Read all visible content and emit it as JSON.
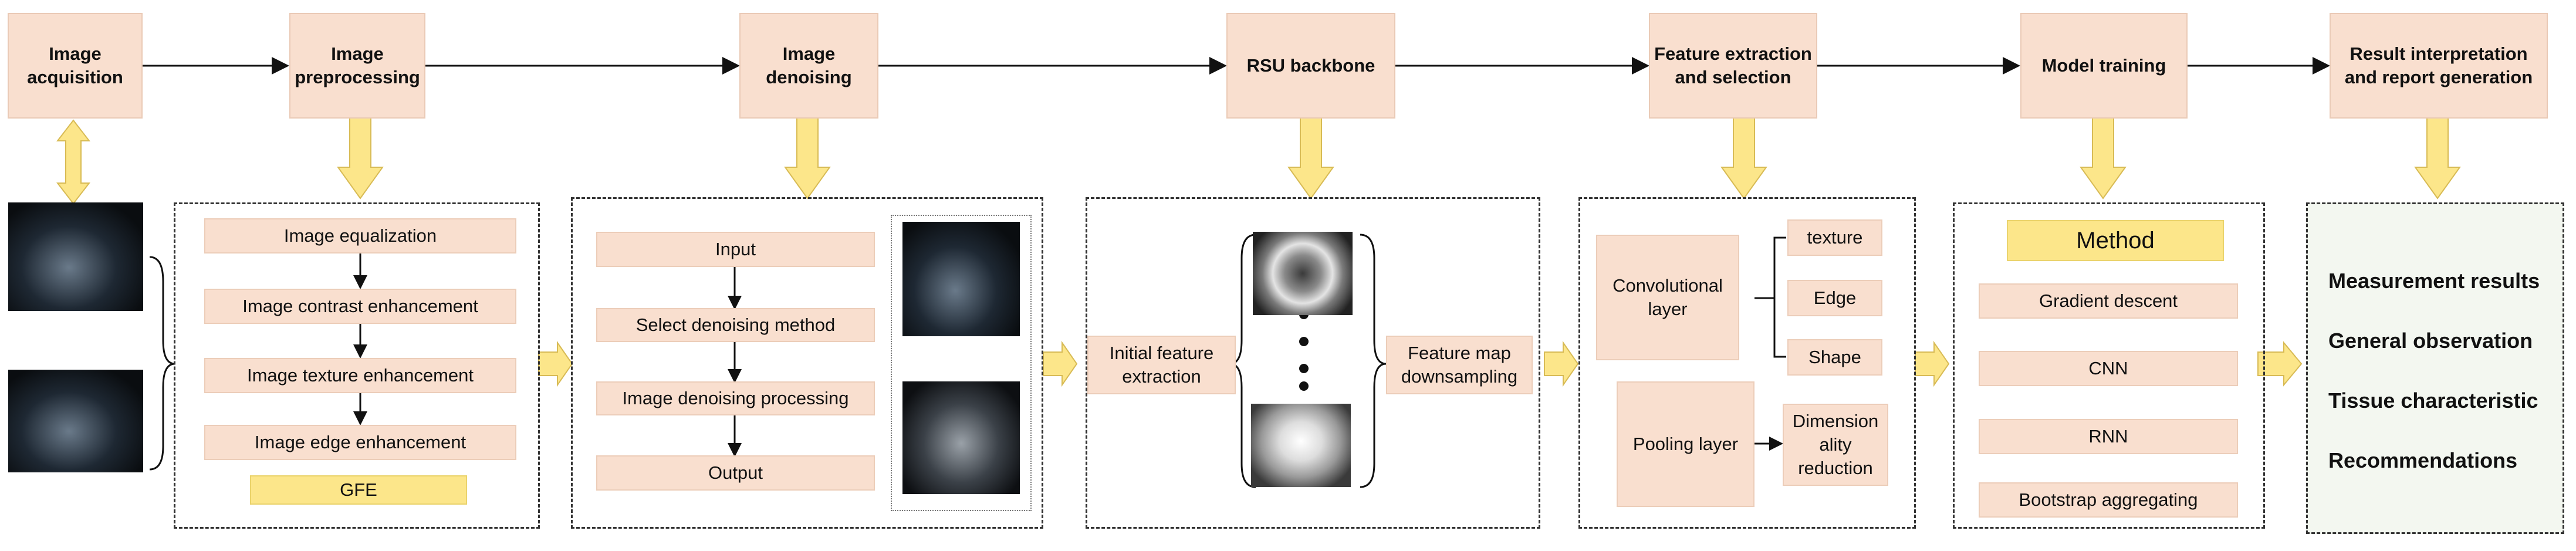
{
  "stages": [
    {
      "id": "acq",
      "title": "Image\nacquisition"
    },
    {
      "id": "pre",
      "title": "Image\npreprocessing"
    },
    {
      "id": "den",
      "title": "Image\ndenoising"
    },
    {
      "id": "rsu",
      "title": "RSU backbone"
    },
    {
      "id": "fes",
      "title": "Feature extraction\nand selection"
    },
    {
      "id": "mt",
      "title": "Model training"
    },
    {
      "id": "rig",
      "title": "Result interpretation\nand report generation"
    }
  ],
  "preprocessing": {
    "steps": [
      "Image equalization",
      "Image contrast enhancement",
      "Image texture enhancement",
      "Image edge enhancement"
    ],
    "tag": "GFE"
  },
  "denoising": {
    "steps": [
      "Input",
      "Select denoising method",
      "Image denoising processing",
      "Output"
    ]
  },
  "rsu": {
    "left_label": "Initial feature\nextraction",
    "right_label": "Feature map\ndownsampling"
  },
  "features": {
    "conv": "Convolutional\nlayer",
    "pool": "Pooling layer",
    "conv_outputs": [
      "texture",
      "Edge",
      "Shape"
    ],
    "pool_output": "Dimension\nality\nreduction"
  },
  "training": {
    "header": "Method",
    "methods": [
      "Gradient descent",
      "CNN",
      "RNN",
      "Bootstrap aggregating"
    ]
  },
  "results": [
    "Measurement results",
    "General observation",
    "Tissue characteristic",
    "Recommendations"
  ],
  "colors": {
    "box_fill": "#f9dfcf",
    "arrow_fill": "#fce68a",
    "results_fill": "#f3f7f0"
  }
}
